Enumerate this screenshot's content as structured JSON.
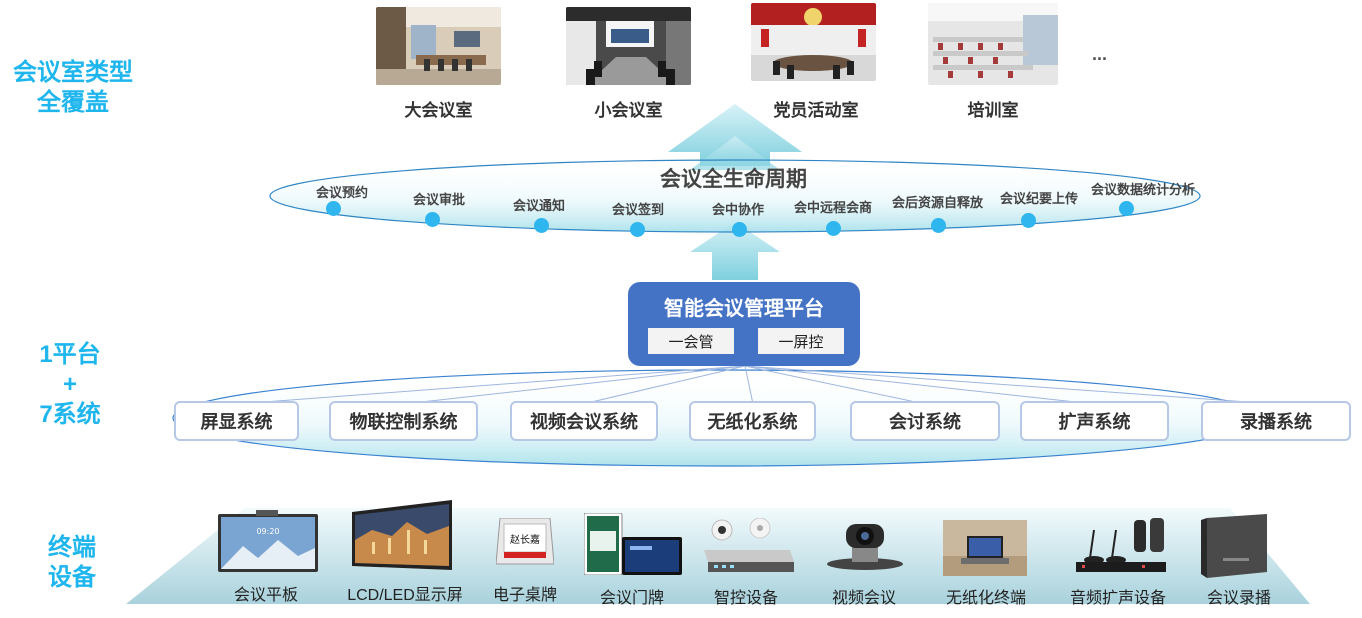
{
  "left_labels": {
    "room_types_line1": "会议室类型",
    "room_types_line2": "全覆盖",
    "platform_line1": "1平台",
    "platform_line2": "+",
    "platform_line3": "7系统",
    "terminal_line1": "终端",
    "terminal_line2": "设备"
  },
  "room_types": [
    {
      "label": "大会议室",
      "icon": "large-meeting-room-photo"
    },
    {
      "label": "小会议室",
      "icon": "small-meeting-room-photo"
    },
    {
      "label": "党员活动室",
      "icon": "party-activity-room-photo"
    },
    {
      "label": "培训室",
      "icon": "training-room-photo"
    }
  ],
  "room_types_more": "...",
  "lifecycle": {
    "title": "会议全生命周期",
    "stages": [
      "会议预约",
      "会议审批",
      "会议通知",
      "会议签到",
      "会中协作",
      "会中远程会商",
      "会后资源自释放",
      "会议纪要上传",
      "会议数据统计分析"
    ]
  },
  "platform": {
    "title": "智能会议管理平台",
    "buttons": [
      "一会管",
      "一屏控"
    ]
  },
  "systems": [
    "屏显系统",
    "物联控制系统",
    "视频会议系统",
    "无纸化系统",
    "会讨系统",
    "扩声系统",
    "录播系统"
  ],
  "devices": [
    {
      "label": "会议平板",
      "icon": "meeting-tablet-icon"
    },
    {
      "label": "LCD/LED显示屏",
      "icon": "display-screen-icon"
    },
    {
      "label": "电子桌牌",
      "icon": "desk-sign-icon",
      "sign_text": "赵长嘉"
    },
    {
      "label": "会议门牌",
      "icon": "door-sign-icon"
    },
    {
      "label": "智控设备",
      "icon": "control-device-icon"
    },
    {
      "label": "视频会议",
      "icon": "video-camera-icon"
    },
    {
      "label": "无纸化终端",
      "icon": "paperless-terminal-icon"
    },
    {
      "label": "音频扩声设备",
      "icon": "audio-device-icon"
    },
    {
      "label": "会议录播",
      "icon": "recorder-icon"
    }
  ],
  "colors": {
    "accent": "#1fb6ee",
    "platform_blue": "#4472c4",
    "box_border": "#b6c8e6",
    "dot": "#2fb6ef"
  }
}
